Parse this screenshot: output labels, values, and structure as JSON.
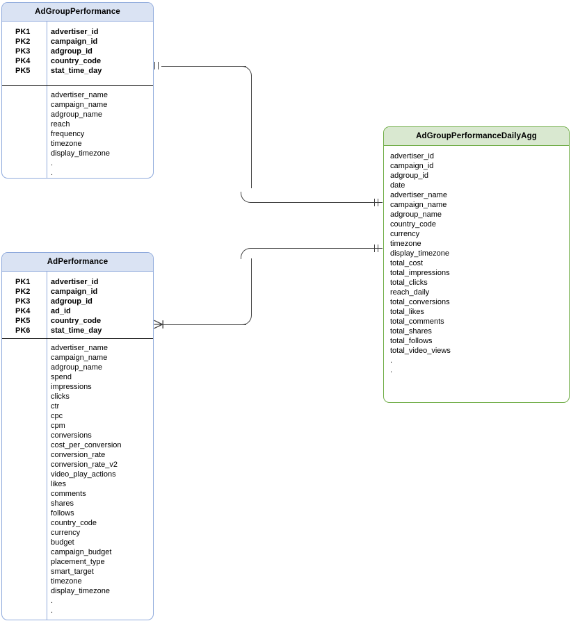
{
  "diagram": {
    "type": "er-diagram",
    "colors": {
      "source_border": "#8faadc",
      "source_header_fill": "#dae3f3",
      "target_border": "#70ad47",
      "target_header_fill": "#d9e8d0",
      "connector": "#404040",
      "text": "#000000"
    }
  },
  "entities": [
    {
      "id": "adgroup-performance",
      "name": "AdGroupPerformance",
      "style": "blue",
      "keys": [
        "PK1",
        "PK2",
        "PK3",
        "PK4",
        "PK5"
      ],
      "key_attributes": [
        "advertiser_id",
        "campaign_id",
        "adgroup_id",
        "country_code",
        "stat_time_day"
      ],
      "attributes": [
        "advertiser_name",
        "campaign_name",
        "adgroup_name",
        "reach",
        "frequency",
        "timezone",
        "display_timezone",
        ".",
        "."
      ]
    },
    {
      "id": "ad-performance",
      "name": "AdPerformance",
      "style": "blue",
      "keys": [
        "PK1",
        "PK2",
        "PK3",
        "PK4",
        "PK5",
        "PK6"
      ],
      "key_attributes": [
        "advertiser_id",
        "campaign_id",
        "adgroup_id",
        "ad_id",
        "country_code",
        "stat_time_day"
      ],
      "attributes": [
        "advertiser_name",
        "campaign_name",
        "adgroup_name",
        "spend",
        "impressions",
        "clicks",
        "ctr",
        "cpc",
        "cpm",
        "conversions",
        "cost_per_conversion",
        "conversion_rate",
        "conversion_rate_v2",
        "video_play_actions",
        "likes",
        "comments",
        "shares",
        "follows",
        "country_code",
        "currency",
        "budget",
        "campaign_budget",
        "placement_type",
        "smart_target",
        "timezone",
        "display_timezone",
        ".",
        "."
      ]
    },
    {
      "id": "adgroup-performance-daily-agg",
      "name": "AdGroupPerformanceDailyAgg",
      "style": "green",
      "keys": [],
      "key_attributes": [],
      "attributes": [
        "advertiser_id",
        "campaign_id",
        "adgroup_id",
        "date",
        "advertiser_name",
        "campaign_name",
        "adgroup_name",
        "country_code",
        "currency",
        "timezone",
        "display_timezone",
        "total_cost",
        "total_impressions",
        "total_clicks",
        "reach_daily",
        "total_conversions",
        "total_likes",
        "total_comments",
        "total_shares",
        "total_follows",
        "total_video_views",
        ".",
        "."
      ]
    }
  ],
  "relationships": [
    {
      "id": "rel-adgroupperformance-to-dailyagg",
      "from": "AdGroupPerformance",
      "to": "AdGroupPerformanceDailyAgg",
      "from_cardinality": "one-and-only-one",
      "to_cardinality": "one-and-only-one",
      "from_notation": "||",
      "to_notation": "||"
    },
    {
      "id": "rel-adperformance-to-dailyagg",
      "from": "AdPerformance",
      "to": "AdGroupPerformanceDailyAgg",
      "from_cardinality": "one-or-many",
      "to_cardinality": "one-and-only-one",
      "from_notation": "crow-foot-bar",
      "to_notation": "||"
    }
  ]
}
